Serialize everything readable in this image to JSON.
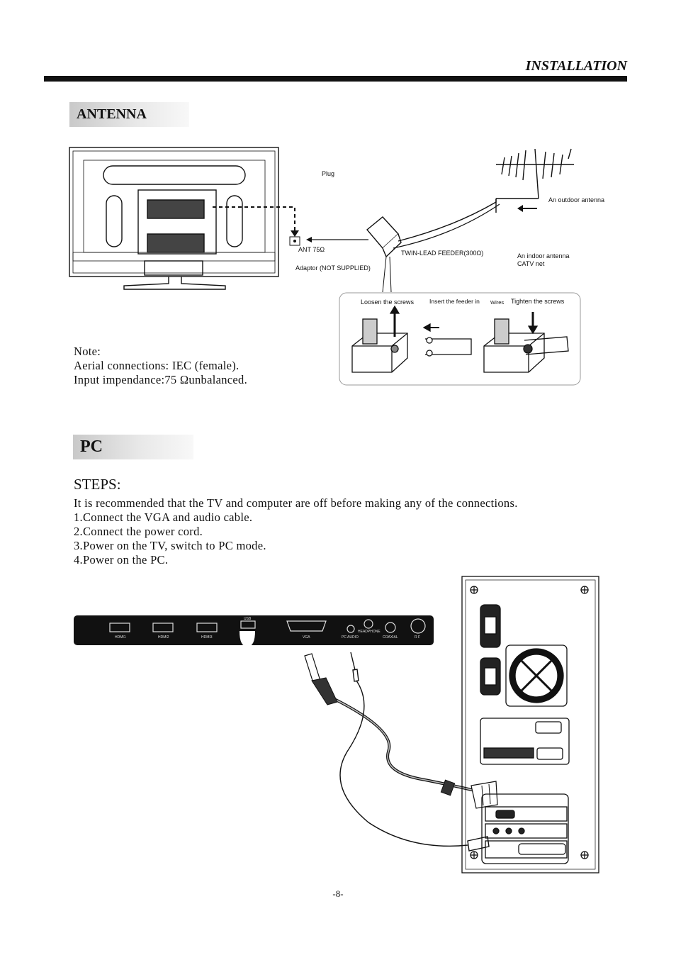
{
  "header": {
    "title": "INSTALLATION"
  },
  "antenna": {
    "section_label": "ANTENNA",
    "labels": {
      "plug": "Plug",
      "outdoor": "An outdoor antenna",
      "ant75": "ANT 75Ω",
      "feeder": "TWIN-LEAD FEEDER(300Ω)",
      "indoor_1": "An indoor antenna",
      "indoor_2": "CATV net",
      "adaptor": "Adaptor  (NOT SUPPLIED)",
      "loosen": "Loosen the screws",
      "insert": "Insert the feeder in",
      "wires": "Wires",
      "tighten": "Tighten the screws"
    },
    "note": {
      "line1": "Note:",
      "line2": "Aerial connections: IEC (female).",
      "line3": "Input impendance:75  Ωunbalanced."
    }
  },
  "pc": {
    "section_label": "PC",
    "steps_title": "STEPS:",
    "steps": [
      "It is recommended that the TV and computer are off before making any of the connections.",
      "1.Connect the VGA  and audio cable.",
      "2.Connect the power cord.",
      "3.Power on the TV, switch  to PC mode.",
      "4.Power on the PC."
    ],
    "ports": {
      "hdmi1": "HDMI1",
      "hdmi2": "HDMI2",
      "hdmi3": "HDMI3",
      "usb": "USB",
      "vga": "VGA",
      "pc_audio": "PC AUDIO",
      "headphone": "HEADPHONE",
      "coaxial": "COAXIAL",
      "rf": "R F"
    }
  },
  "footer": {
    "page_number": "-8-"
  }
}
